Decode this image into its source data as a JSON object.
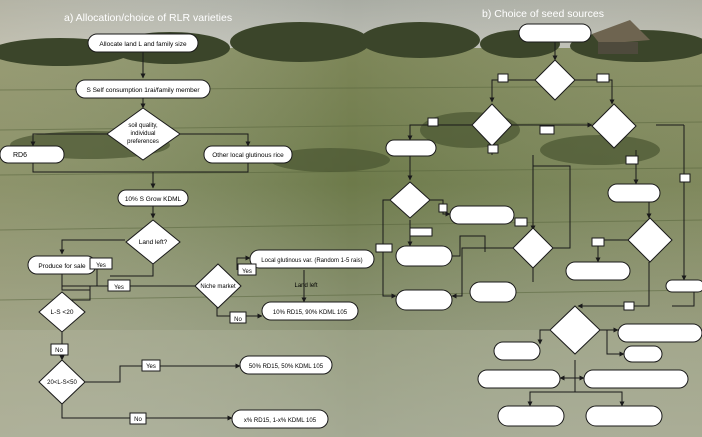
{
  "panel_a": {
    "title": "a) Allocation/choice of RLR varieties",
    "nodes": {
      "allocate": "Allocate land L and family size",
      "self_consumption": "S Self consumption 1rai/family member",
      "soil_quality_1": "soil quality,",
      "soil_quality_2": "individual",
      "soil_quality_3": "preferences",
      "rd6": "RD6",
      "other_glutinous": "Other local glutinous rice",
      "grow_kdml": "10% S Grow KDML",
      "land_left_diamond": "Land left?",
      "produce_for_sale": "Produce for sale",
      "yes_1": "Yes",
      "yes_2": "Yes",
      "yes_3": "Yes",
      "yes_4": "Yes",
      "niche_market": "Niche market",
      "local_glutinous_var": "Local glutinous var. (Random 1-5 rais)",
      "land_left_label": "Land left",
      "ls_lt_20": "L-S <20",
      "no_1": "No",
      "no_2": "No",
      "no_3": "No",
      "rd15_10": "10% RD15, 90% KDML 105",
      "ls_range": "20<L-S<50",
      "rd15_50": "50% RD15, 50% KDML 105",
      "rd15_x": "x% RD15, 1-x% KDML 105"
    }
  },
  "panel_b": {
    "title": "b) Choice of seed sources"
  },
  "colors": {
    "box_fill": "#ffffff",
    "line": "#1a1a1a",
    "title_text": "#ffffff",
    "sky": "#b4b6ad",
    "field_dark": "#3e4a2a",
    "field_light": "#7f8a60"
  }
}
